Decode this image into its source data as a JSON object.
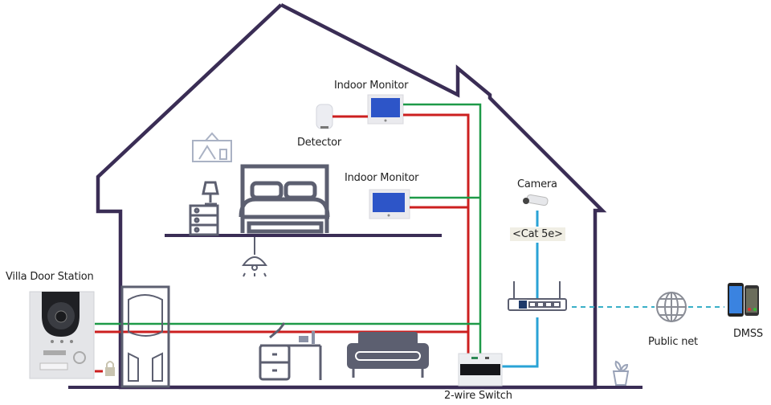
{
  "labels": {
    "indoor_monitor_top": "Indoor Monitor",
    "detector": "Detector",
    "indoor_monitor_mid": "Indoor Monitor",
    "camera": "Camera",
    "cable": "<Cat 5e>",
    "villa_door_station": "Villa Door Station",
    "public_net": "Public net",
    "dmss": "DMSS",
    "two_wire_switch": "2-wire Switch"
  },
  "colors": {
    "house_outline": "#3a2d55",
    "wire_red": "#cc1f1f",
    "wire_green": "#1e9a48",
    "network_blue": "#2aa3d6",
    "furniture": "#5c5f70"
  }
}
